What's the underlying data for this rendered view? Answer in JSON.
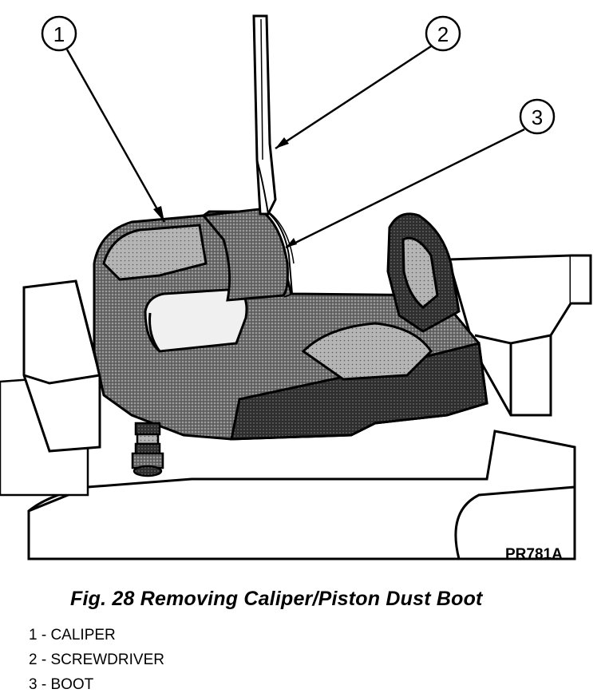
{
  "figure": {
    "code": "PR781A",
    "caption": "Fig. 28 Removing Caliper/Piston Dust Boot"
  },
  "callouts": [
    {
      "number": "1",
      "target": "caliper"
    },
    {
      "number": "2",
      "target": "screwdriver"
    },
    {
      "number": "3",
      "target": "boot"
    }
  ],
  "legend": [
    {
      "text": "1 - CALIPER"
    },
    {
      "text": "2 - SCREWDRIVER"
    },
    {
      "text": "3 - BOOT"
    }
  ]
}
